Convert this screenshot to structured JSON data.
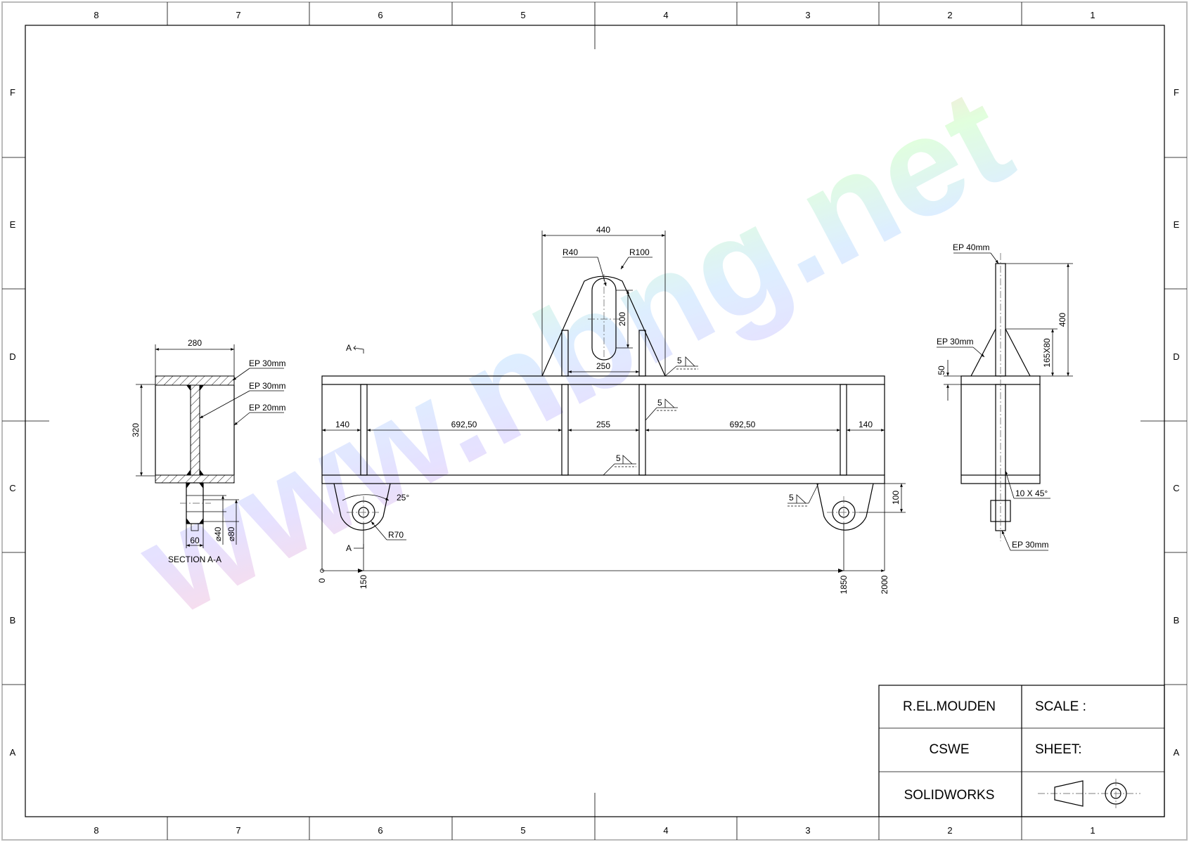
{
  "frame": {
    "columns": [
      "8",
      "7",
      "6",
      "5",
      "4",
      "3",
      "2",
      "1"
    ],
    "rows": [
      "F",
      "E",
      "D",
      "C",
      "B",
      "A"
    ]
  },
  "watermark": "www.nbng.net",
  "section_view": {
    "title": "SECTION A-A",
    "width": "280",
    "height": "320",
    "flange_top": "EP 30mm",
    "web": "EP 30mm",
    "plate": "EP 20mm",
    "lug_width": "60",
    "hole_dia": "⌀40",
    "outer_dia": "⌀80"
  },
  "front_view": {
    "cut_mark_top": "A",
    "cut_mark_bottom": "A",
    "top_width": "440",
    "inner_radius": "R40",
    "outer_radius": "R100",
    "slot_length": "200",
    "plates_gap": "250",
    "weld_1": "5",
    "weld_2": "5",
    "weld_3": "5",
    "weld_4": "5",
    "dims": [
      "140",
      "692,50",
      "255",
      "692,50",
      "140"
    ],
    "lug_angle": "25°",
    "lug_radius": "R70",
    "lug_height": "100",
    "ordinates": [
      "0",
      "150",
      "1850",
      "2000"
    ]
  },
  "side_view": {
    "top_plate": "EP 40mm",
    "gusset": "EP 30mm",
    "height": "400",
    "gusset_size": "165X80",
    "offset": "50",
    "chamfer": "10 X 45°",
    "lug": "EP 30mm"
  },
  "title_block": {
    "author": "R.EL.MOUDEN",
    "org": "CSWE",
    "software": "SOLIDWORKS",
    "scale_label": "SCALE :",
    "sheet_label": "SHEET:"
  }
}
